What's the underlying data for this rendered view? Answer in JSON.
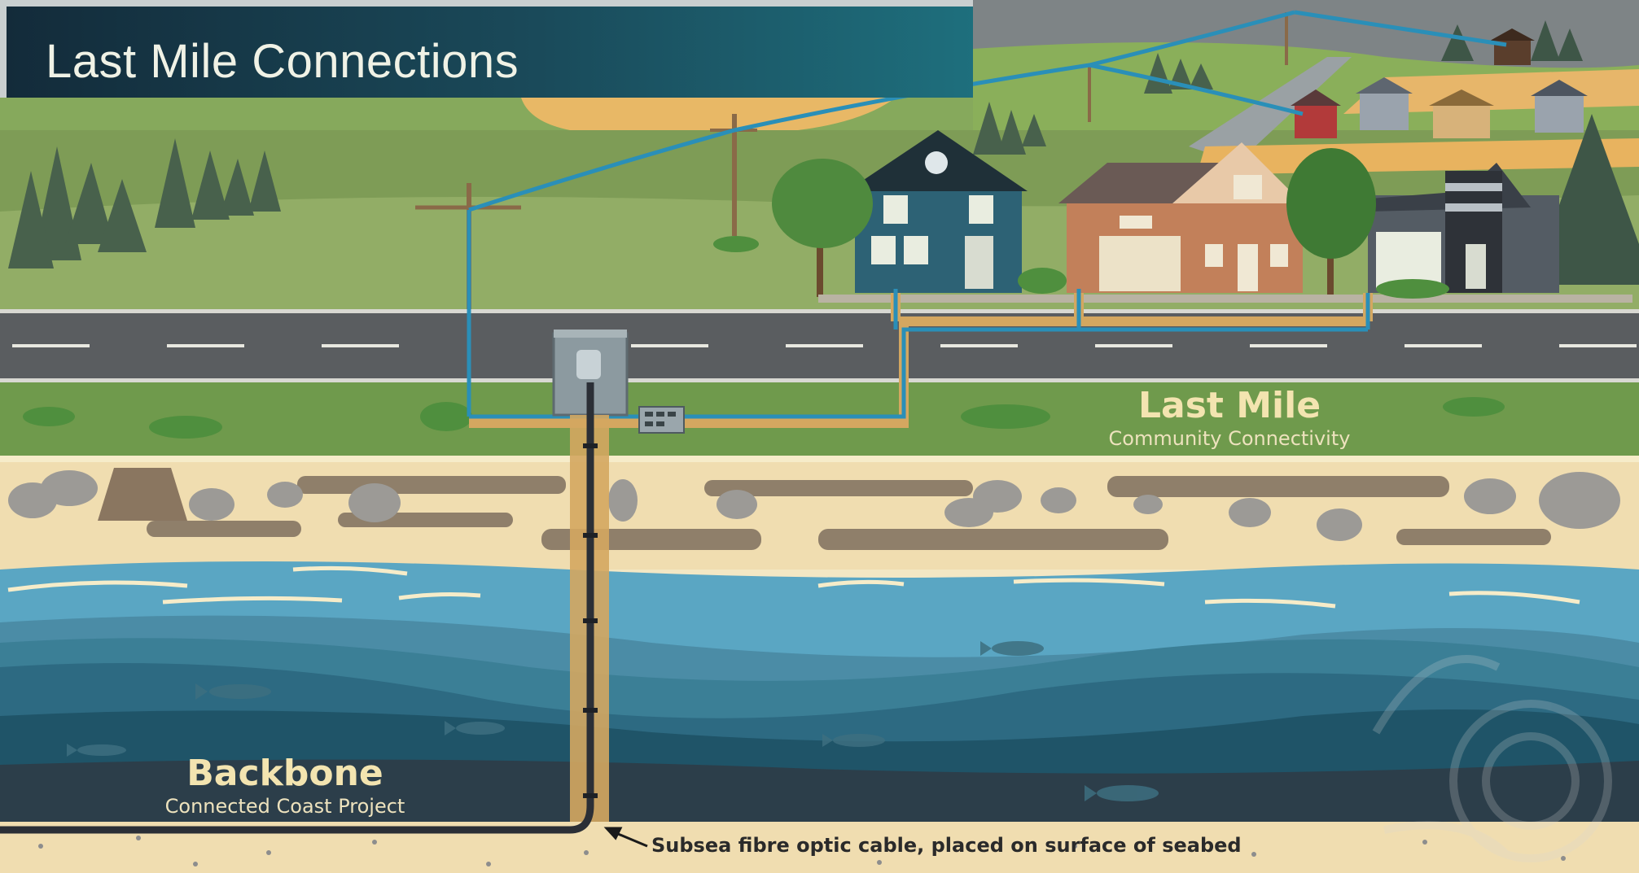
{
  "title": "Last Mile Connections",
  "last_mile": {
    "title": "Last Mile",
    "subtitle": "Community Connectivity"
  },
  "backbone": {
    "title": "Backbone",
    "subtitle": "Connected Coast Project"
  },
  "cable_caption": "Subsea fibre optic cable, placed on surface of seabed",
  "colors": {
    "fibre_line": "#2a8fb8",
    "conduit": "#d4a760",
    "subsea_cable": "#2b2f36",
    "road": "#5a5d60",
    "grass": "#6f9a4c",
    "sand": "#f0ddb0",
    "water_light": "#5aa6c3",
    "water_mid": "#3b7f96",
    "water_dark": "#1f5468",
    "seabed": "#2c3e4a"
  }
}
